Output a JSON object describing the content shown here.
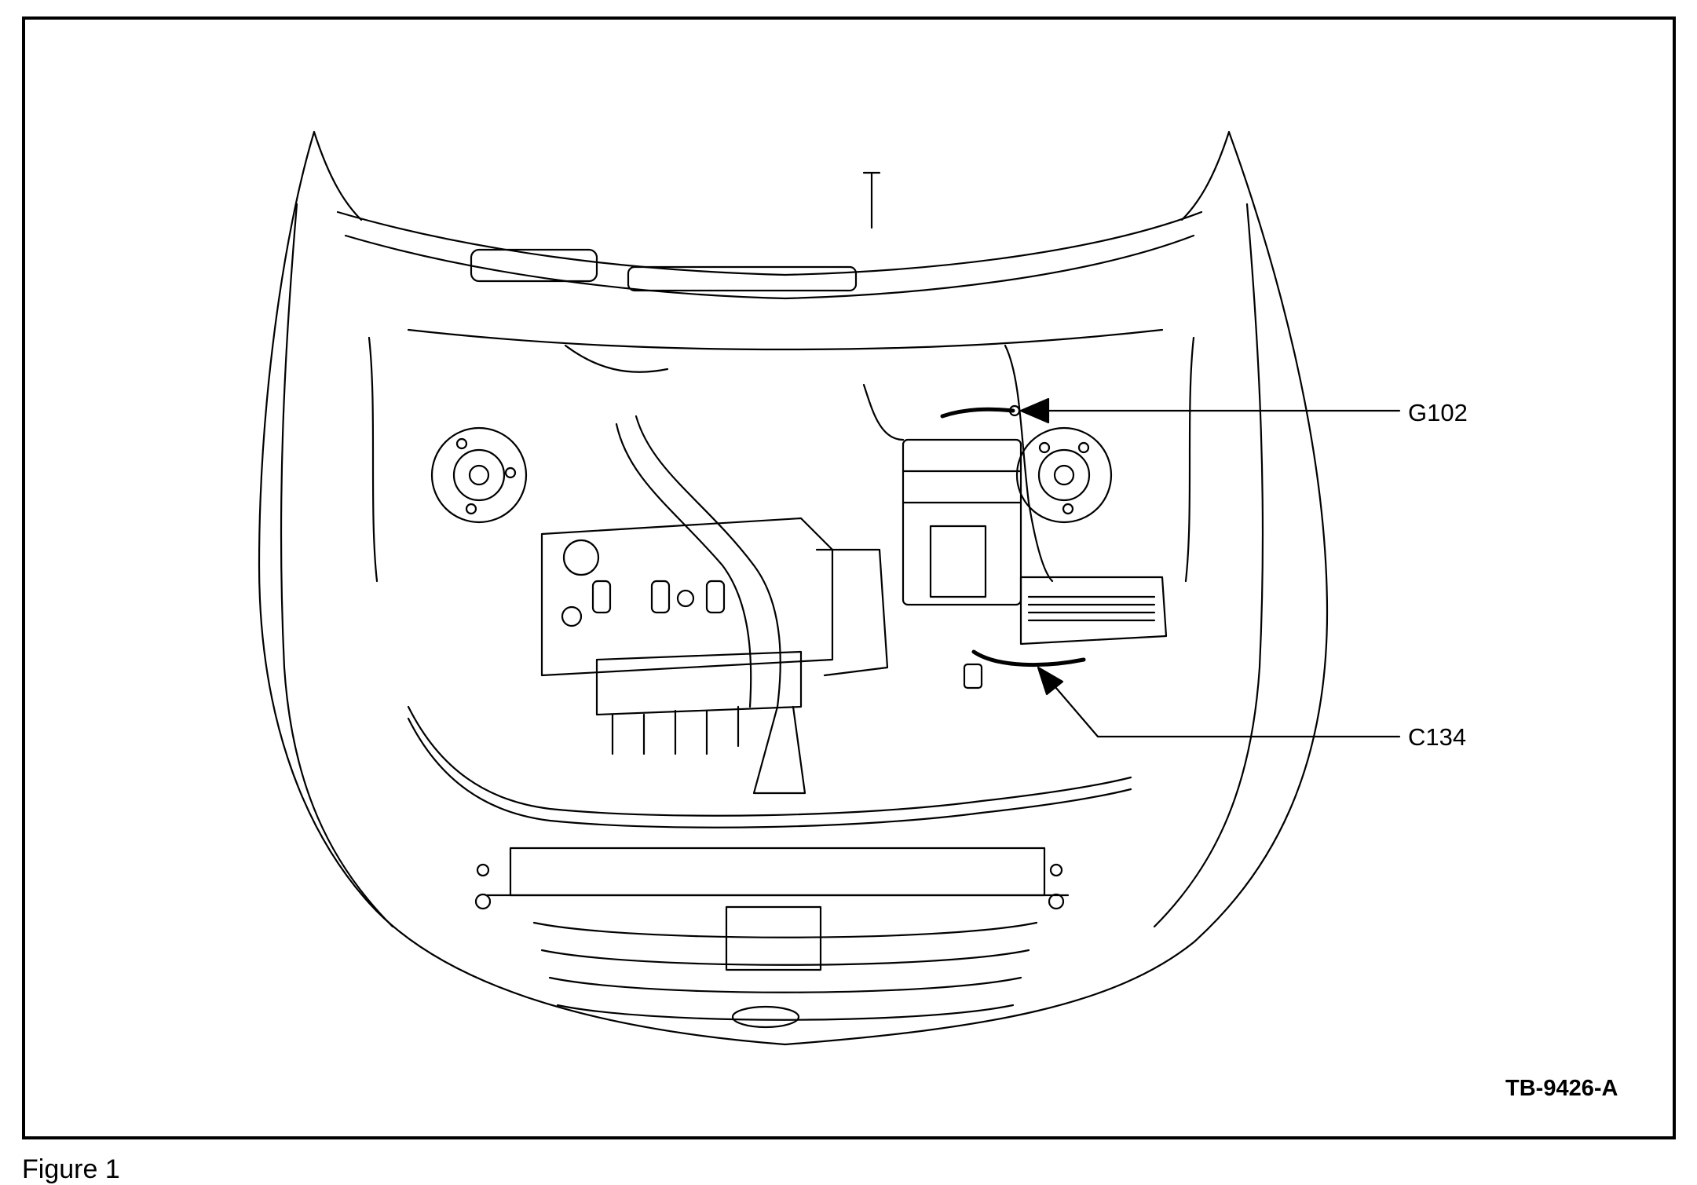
{
  "figure": {
    "caption": "Figure 1",
    "reference_code": "TB-9426-A"
  },
  "callouts": [
    {
      "id": "g102",
      "label": "G102"
    },
    {
      "id": "c134",
      "label": "C134"
    }
  ],
  "colors": {
    "line": "#000000",
    "background": "#ffffff"
  }
}
